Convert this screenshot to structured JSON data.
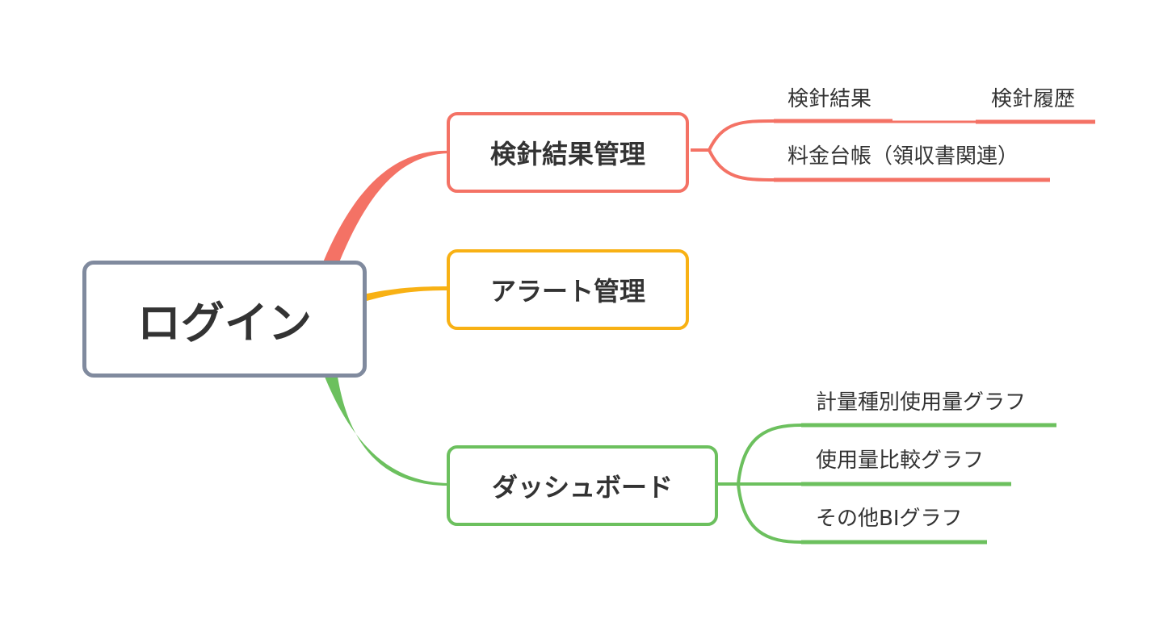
{
  "mindmap": {
    "root": {
      "label": "ログイン"
    },
    "branches": [
      {
        "label": "検針結果管理",
        "color": "#f47265",
        "children": [
          {
            "label": "検針結果",
            "children": [
              {
                "label": "検針履歴"
              }
            ]
          },
          {
            "label": "料金台帳（領収書関連）"
          }
        ]
      },
      {
        "label": "アラート管理",
        "color": "#f8b114",
        "children": []
      },
      {
        "label": "ダッシュボード",
        "color": "#6cc05e",
        "children": [
          {
            "label": "計量種別使用量グラフ"
          },
          {
            "label": "使用量比較グラフ"
          },
          {
            "label": "その他BIグラフ"
          }
        ]
      }
    ],
    "root_border_color": "#808a9e"
  }
}
